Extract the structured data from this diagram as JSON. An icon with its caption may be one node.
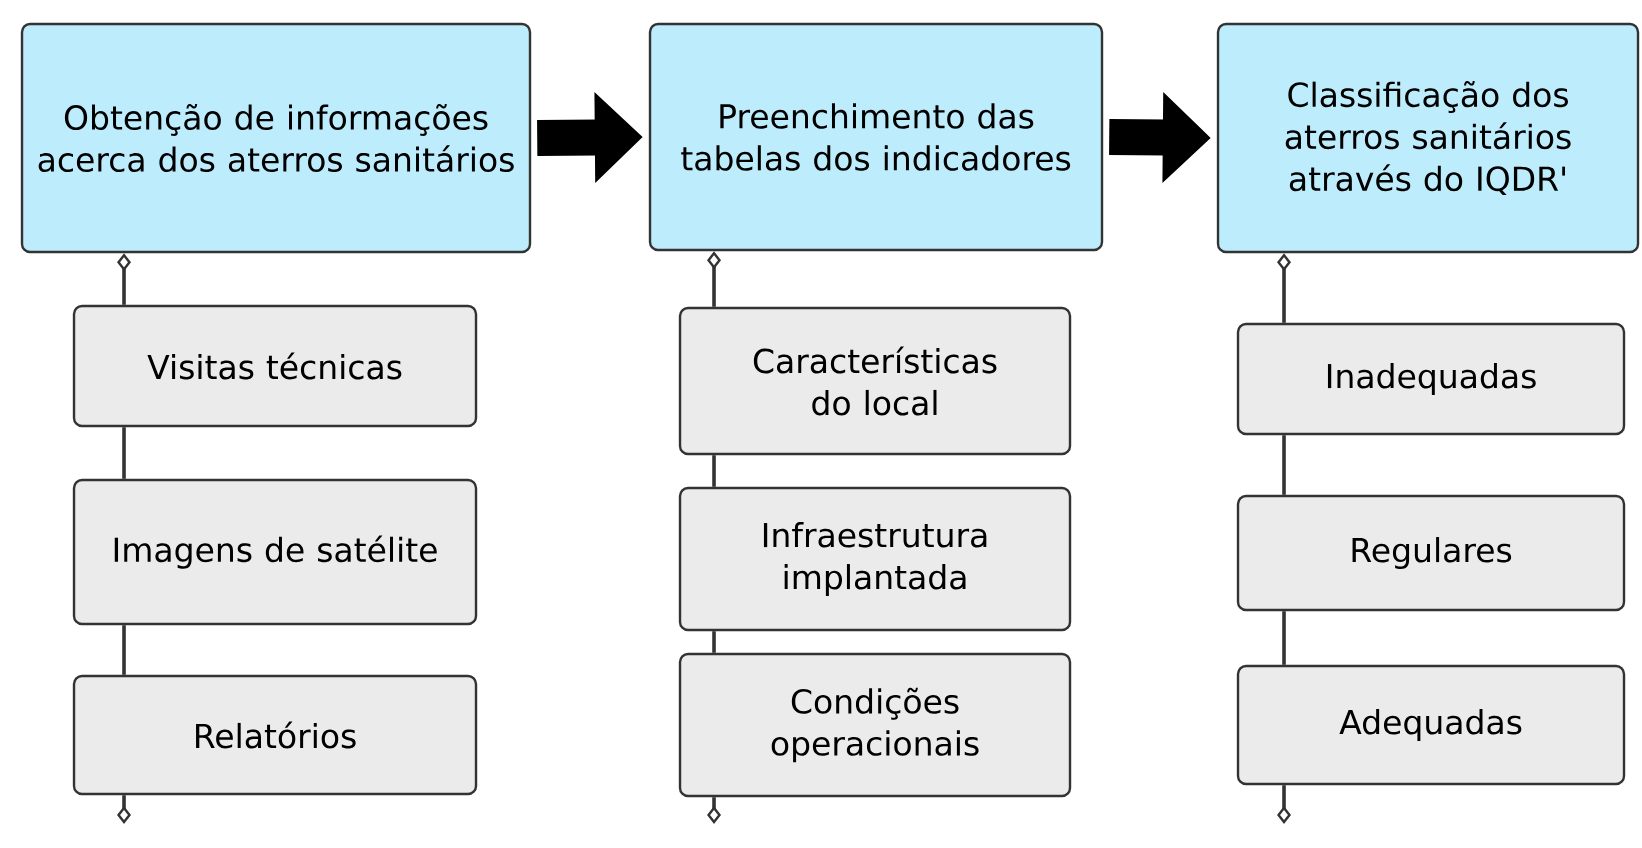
{
  "diagram": {
    "nodes": [
      {
        "text": [
          "Obtenção de informações acerca dos aterros sanitários"
        ]
      },
      {
        "text": [
          "Visitas técnicas"
        ]
      },
      {
        "text": [
          "Imagens de satélite"
        ]
      },
      {
        "text": [
          "Relatórios"
        ]
      },
      {
        "text": [
          "Preenchimento das tabelas dos indicadores"
        ]
      },
      {
        "text": [
          "Características do local"
        ]
      },
      {
        "text": [
          "Infraestrutura implantada"
        ]
      },
      {
        "text": [
          "Condições operacionais"
        ]
      },
      {
        "text": [
          "Classificação dos aterros sanitários através do IQDR'"
        ]
      },
      {
        "text": [
          "Inadequadas"
        ]
      },
      {
        "text": [
          "Regulares"
        ]
      },
      {
        "text": [
          "Adequadas"
        ]
      }
    ],
    "edges": [
      {
        "from": 0,
        "to": 1,
        "arrow": "other"
      },
      {
        "from": 1,
        "to": 2,
        "arrow": "none"
      },
      {
        "from": 2,
        "to": 3,
        "arrow": "none"
      },
      {
        "from": null,
        "to": 3,
        "arrow": "other"
      },
      {
        "from": 4,
        "to": 5,
        "arrow": "other"
      },
      {
        "from": 5,
        "to": 6,
        "arrow": "none"
      },
      {
        "from": 6,
        "to": 7,
        "arrow": "none"
      },
      {
        "from": null,
        "to": 7,
        "arrow": "other"
      },
      {
        "from": 8,
        "to": 9,
        "arrow": "other"
      },
      {
        "from": 9,
        "to": 10,
        "arrow": "none"
      },
      {
        "from": 10,
        "to": 11,
        "arrow": "none"
      },
      {
        "from": null,
        "to": 11,
        "arrow": "other"
      },
      {
        "from": 0,
        "to": 4,
        "arrow": "to",
        "style": "thick"
      },
      {
        "from": 4,
        "to": 8,
        "arrow": "to",
        "style": "thick"
      }
    ]
  }
}
